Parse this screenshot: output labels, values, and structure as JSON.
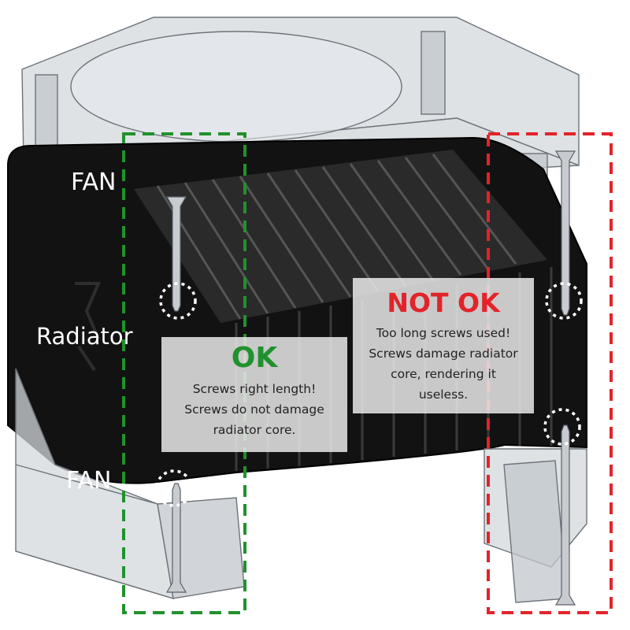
{
  "labels": {
    "fan_top": "FAN",
    "radiator": "Radiator",
    "fan_bottom": "FAN"
  },
  "ok": {
    "title": "OK",
    "lines": [
      "Screws right length!",
      "Screws do not damage",
      "radiator core."
    ]
  },
  "not_ok": {
    "title": "NOT OK",
    "lines": [
      "Too long screws used!",
      "Screws damage radiator",
      "core, rendering it",
      "useless."
    ]
  },
  "colors": {
    "ok_green": "#21912d",
    "not_ok_red": "#e3232a",
    "radiator_body": "#111111",
    "fan_housing": "#cfd4d8",
    "callout_bg": "#e8e8e8"
  }
}
